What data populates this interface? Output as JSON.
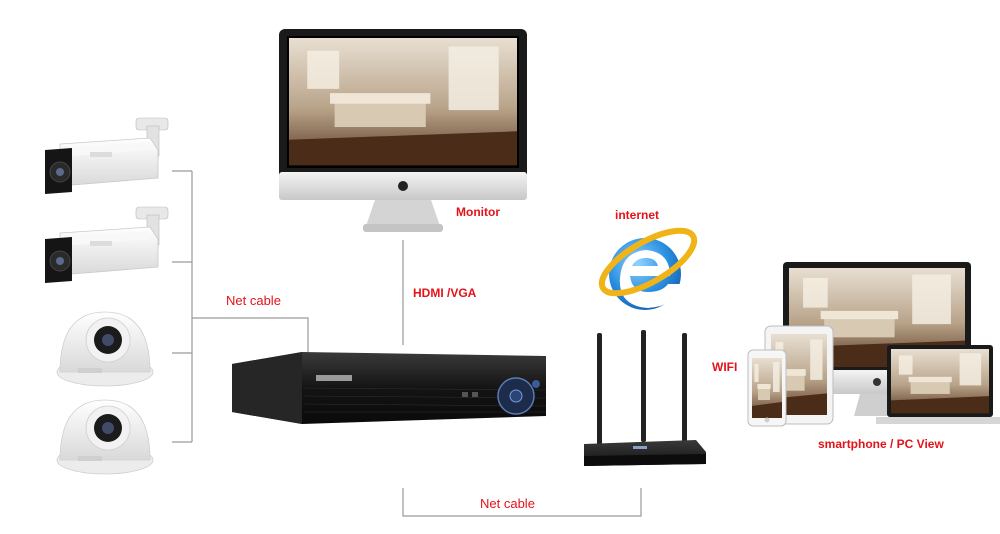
{
  "labels": {
    "monitor": "Monitor",
    "internet": "internet",
    "net_cable_left": "Net cable",
    "hdmi_vga": "HDMI /VGA",
    "wifi": "WIFI",
    "smartphone_pc_view": "smartphone / PC View",
    "net_cable_bottom": "Net cable"
  },
  "colors": {
    "label_red": "#e4121a",
    "wire": "#9a9a9a",
    "ie_blue": "#2a8fe0",
    "ie_ring": "#f0b418",
    "dvr_body": "#1c1c1c"
  },
  "devices": {
    "cameras": [
      "bullet-camera",
      "bullet-camera",
      "dome-camera",
      "dome-camera"
    ],
    "recorder": "dvr-recorder",
    "display": "desktop-monitor",
    "browser_icon": "internet-explorer-icon",
    "router": "wifi-router",
    "clients": [
      "laptop",
      "desktop-monitor",
      "tablet",
      "smartphone"
    ]
  }
}
